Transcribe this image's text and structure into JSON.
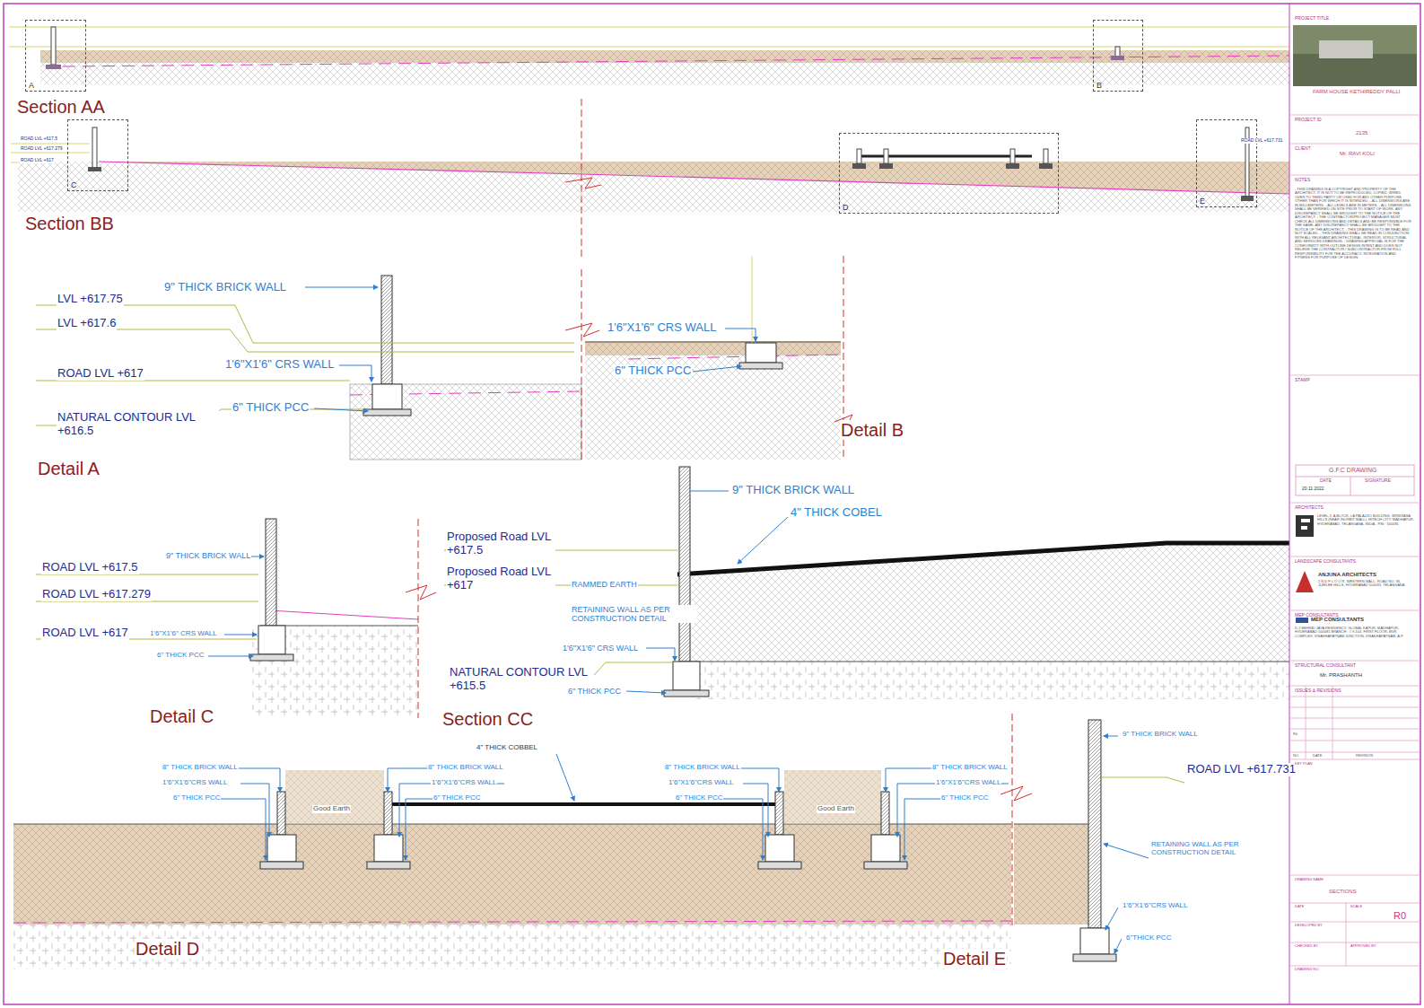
{
  "diagram": {
    "nodes": [
      {
        "text": [
          "A"
        ]
      },
      {
        "text": [
          "B"
        ]
      },
      {
        "text": [
          "C"
        ]
      },
      {
        "text": [
          "D"
        ]
      },
      {
        "text": [
          "E"
        ]
      }
    ],
    "labels": [
      "Section AA",
      "Section BB",
      "ROAD LVL +617.5",
      "ROAD LVL +617.279",
      "ROAD LVL +617",
      "ROAD LVL +617.731",
      "9\" THICK BRICK WALL",
      "LVL +617.75",
      "LVL +617.6",
      "1'6\"X1'6\" CRS WALL",
      "ROAD LVL +617",
      "6\" THICK PCC",
      "NATURAL CONTOUR LVL +616.5",
      "Detail A",
      "1'6\"X1'6\" CRS WALL",
      "6\" THICK PCC",
      "Detail B",
      "ROAD LVL +617.5",
      "9\" THICK BRICK WALL",
      "ROAD LVL +617.279",
      "ROAD LVL +617",
      "1'6\"X1'6\" CRS WALL",
      "6\" THICK PCC",
      "Detail C",
      "Proposed Road LVL +617.5",
      "Proposed Road LVL +617",
      "9\" THICK BRICK WALL",
      "4\" THICK COBEL",
      "RAMMED EARTH",
      "RETAINING WALL AS PER CONSTRUCTION DETAIL",
      "1'6\"X1'6\" CRS WALL",
      "NATURAL CONTOUR LVL +615.5",
      "6\" THICK PCC",
      "Section CC",
      "4\" THICK COBBEL",
      "8\" THICK BRICK WALL",
      "1'6\"X1'6\"CRS WALL",
      "6\" THICK PCC",
      "8\" THICK BRICK WALL",
      "1'6\"X1'6\"CRS WALL",
      "6\" THICK PCC",
      "8\" THICK BRICK WALL",
      "1'6\"X1'6\"CRS WALL",
      "6\" THICK PCC",
      "8\" THICK BRICK WALL",
      "1'6\"X1'6\"CRS WALL",
      "6\" THICK PCC",
      "Good Earth",
      "Good Earth",
      "Detail D",
      "9\" THICK BRICK WALL",
      "ROAD LVL +617.731",
      "RETAINING WALL AS PER CONSTRUCTION DETAIL",
      "1'6\"X1'6\"CRS WALL",
      "6\"THICK PCC",
      "Detail E",
      "PROJECT TITLE",
      "FARM HOUSE KETHIREDDY PALLI",
      "PROJECT ID",
      "2135",
      "CLIENT",
      "Mr. RAVI KOLI",
      "NOTES",
      "- THIS DRAWING IS A COPYRIGHT AND PROPERTY OF THE ARCHITECT. IT IS NOT TO BE REPRODUCED, COPIED, WIRED OVER TO THIRD PARTY OR USED FOR ANY OTHER PURPOSE OTHER THAN FOR WHICH IT IS INTENDED. - ALL DIMENSIONS ARE IN MILLIMETERS. - ALL LEVELS ARE IN METERS. - ALL DIMENSIONS SHALL BE VERIFIED ON SITE PRIOR TO START OF WORK. ANY DISCREPANCY SHALL BE BROUGHT TO THE NOTICE OF THE ARCHITECT. - THE CONTRACTOR/PROJECT MANAGER MUST CHECK ALL DIMENSIONS AND DETAILS AND BE RESPONSIBLE FOR THE SAME. ANY DISCREPANCY SHALL BE BROUGHT TO THE NOTICE OF THE ARCHITECT. - THIS DRAWING IS TO BE READ AND NOT SCALED. - THIS DRAWING SHALL BE READ IN CONJUNCTION WITH ALL RELEVANT ARCHITECTURAL, INTERIOR, STRUCTURAL AND SERVICES DRAWINGS. - DRAWING APPROVAL IS FOR THE CONFORMITY WITH OUTLINE DESIGN INTENT AND DOES NOT RELIEVE THE CONTRACTOR / SUBCONTRACTOR FROM FULL RESPONSIBILITY FOR THE ACCURACY, INTEGRATION AND FITNESS FOR PURPOSE OF DESIGN.",
      "STAMP",
      "G.F.C DRAWING",
      "DATE",
      "SIGNATURE",
      "20.11.2022",
      "ARCHITECTS",
      "LEVEL 2, A BLOCK, LA PALAZZO BUILDING, SRINIVASA HILLS (NEAR INORBIT MALL), HITECH CITY, MADHAPUR, HYDERABAD, TELANGANA, INDIA - PIN : 500081",
      "LANDSCAPE CONSULTANTS",
      "ANJUNA ARCHITECTS",
      "2 N D F L O O R, WESTERN WALL, ROAD NO. 36, JUBILEE HILLS, HYDERABAD 500033, TELANGANA",
      "MEP CONSULTANTS",
      "MEP CONSULTANTS",
      "D-2 BEHIND JAYA RESIDENCY, GLOBAL KAPUR, MADHAPUR, HYDERABAD 500081 BRANCH : # 9-104, FIRST FLOOR, BVR COMPLEX, VISAKHAPATNAM JUNCTION, VISAKHAPATNAM, A.P.",
      "STRUCTURAL CONSULTANT",
      "Mr. PRASHANTH",
      "ISSUES & REVISIONS",
      "R0",
      "NO.",
      "DATE",
      "REVISION",
      "KEY PLAN",
      "DRAWING NAME",
      "SECTIONS",
      "DATE",
      "SCALE",
      "DEVELOPED BY",
      "R0",
      "CHECKED BY",
      "APPROVED BY",
      "DRAWING NO."
    ]
  }
}
